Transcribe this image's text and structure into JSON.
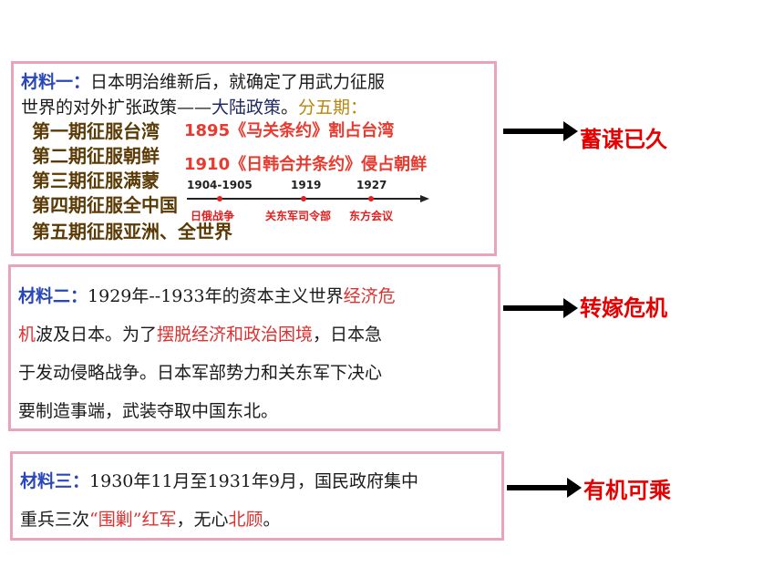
{
  "material1": {
    "label": "材料一：",
    "line1_text": "日本明治维新后，就确定了用武力征服",
    "line2_text": "世界的对外扩张政策——",
    "line2_policy": "大陆政策",
    "line2_period": "。",
    "line2_phases": "分五期：",
    "phases": [
      "第一期征服台湾",
      "第二期征服朝鲜",
      "第三期征服满蒙",
      "第四期征服全中国",
      "第五期征服亚洲、全世界"
    ],
    "treaty1": "1895《马关条约》割占台湾",
    "treaty2": "1910《日韩合并条约》侵占朝鲜",
    "timeline": {
      "years": [
        "1904-1905",
        "1919",
        "1927"
      ],
      "events": [
        "日俄战争",
        "关东军司令部",
        "东方会议"
      ]
    }
  },
  "material2": {
    "label": "材料二：",
    "l1a": "1929年--1933年的资本主义世界",
    "l1b": "经济危",
    "l2a": "机",
    "l2b": "波及日本。为了",
    "l2c": "摆脱经济和政治困境",
    "l2d": "，日本急",
    "l3": "于发动侵略战争。日本军部势力和关东军下决心",
    "l4": "要制造事端，武装夺取中国东北。"
  },
  "material3": {
    "label": "材料三：",
    "l1": "1930年11月至1931年9月，国民政府集中",
    "l2a": "重兵三次",
    "l2b": "“围剿”红军",
    "l2c": "，无心",
    "l2d": "北顾",
    "l2e": "。"
  },
  "conclusions": [
    "蓄谋已久",
    "转嫁危机",
    "有机可乘"
  ],
  "colors": {
    "border": "#e9a4bb",
    "label": "#2a47b8",
    "accent_red": "#e03030",
    "conclusion": "#e60000"
  }
}
